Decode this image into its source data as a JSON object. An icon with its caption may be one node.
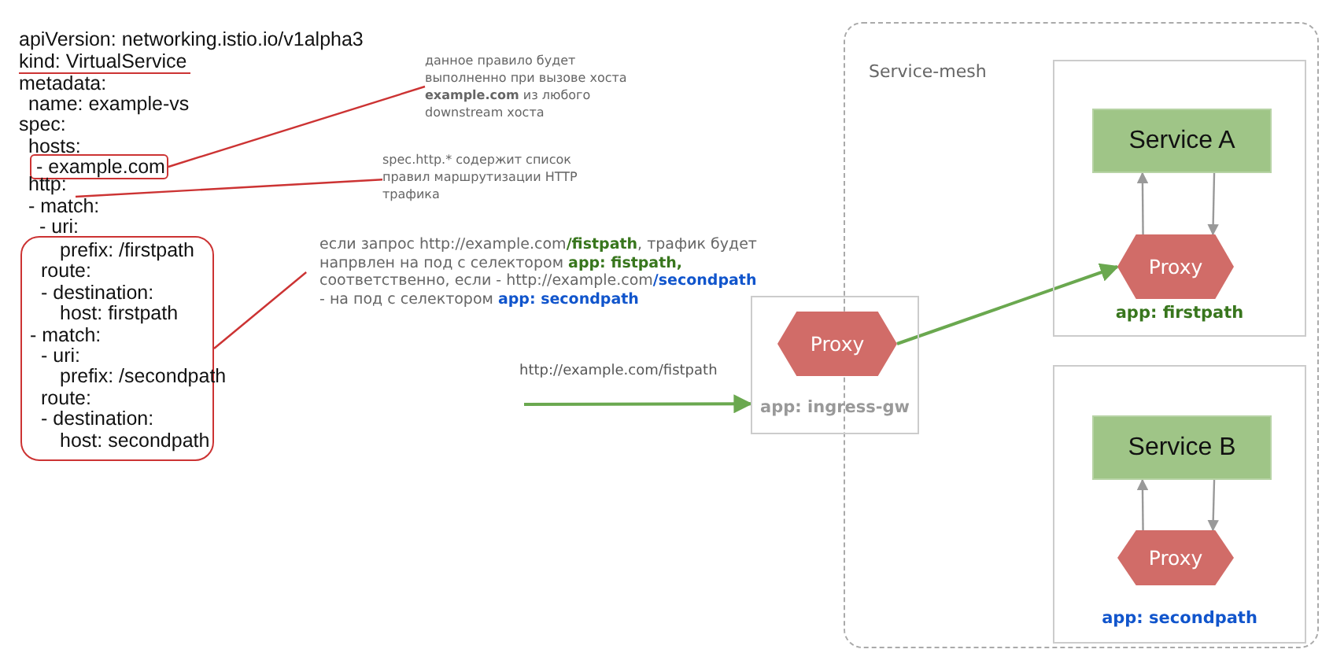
{
  "diagram": {
    "nodes": [
      {
        "text": [
          "- example.com"
        ]
      },
      {
        "text": [
          "данное правило будет выполненно при вызове хоста **example.com** из любого downstream хоста"
        ]
      },
      {
        "text": [
          "http:"
        ]
      },
      {
        "text": [
          "spec.http.* содержит список правил маршрутизации HTTP трафика"
        ]
      },
      {
        "text": [
          "prefix: /firstpath",
          "route:",
          "- destination:",
          "host: firstpath",
          "- match:",
          "- uri:",
          "prefix: /secondpath",
          "route:",
          "- destination:",
          "host: secondpath"
        ]
      },
      {
        "text": [
          "если запрос http://example.com**/fistpath**, трафик будет напрвлен на под с селектором **app: fistpath,** соответственно, если - http://example.com**/secondpath** - на под с селектором **app: secondpath**"
        ]
      },
      {
        "text": [
          "Service-mesh"
        ]
      },
      {
        "text": [
          "app: ingress-gw"
        ]
      },
      {
        "text": [
          "Proxy"
        ],
        "in": 7
      },
      {
        "text": [
          "app: firstpath"
        ],
        "in": 6
      },
      {
        "text": [
          "Service A"
        ],
        "in": 9
      },
      {
        "text": [
          "Proxy"
        ],
        "in": 9
      },
      {
        "text": [
          "app: secondpath"
        ],
        "in": 6
      },
      {
        "text": [
          "Service B"
        ],
        "in": 12
      },
      {
        "text": [
          "Proxy"
        ],
        "in": 12
      }
    ],
    "edges": [
      {
        "from": 1,
        "to": 0,
        "arrow": "none",
        "color": "#cc3333"
      },
      {
        "from": 3,
        "to": 2,
        "arrow": "none",
        "color": "#cc3333"
      },
      {
        "from": 5,
        "to": 4,
        "arrow": "none",
        "color": "#cc3333"
      },
      {
        "from": null,
        "to": 7,
        "arrow": "to",
        "label": "http://example.com/fistpath",
        "color": "#6aa84f"
      },
      {
        "from": 8,
        "to": 11,
        "arrow": "to",
        "color": "#6aa84f"
      },
      {
        "from": 11,
        "to": 10,
        "arrow": "to",
        "color": "#999999"
      },
      {
        "from": 10,
        "to": 11,
        "arrow": "to",
        "color": "#999999"
      },
      {
        "from": 14,
        "to": 13,
        "arrow": "to",
        "color": "#999999"
      },
      {
        "from": 13,
        "to": 14,
        "arrow": "to",
        "color": "#999999"
      }
    ],
    "labels": [
      "apiVersion: networking.istio.io/v1alpha3",
      "kind: VirtualService",
      "metadata:",
      "name: example-vs",
      "spec:",
      "hosts:",
      "- match:",
      "- uri:"
    ]
  }
}
